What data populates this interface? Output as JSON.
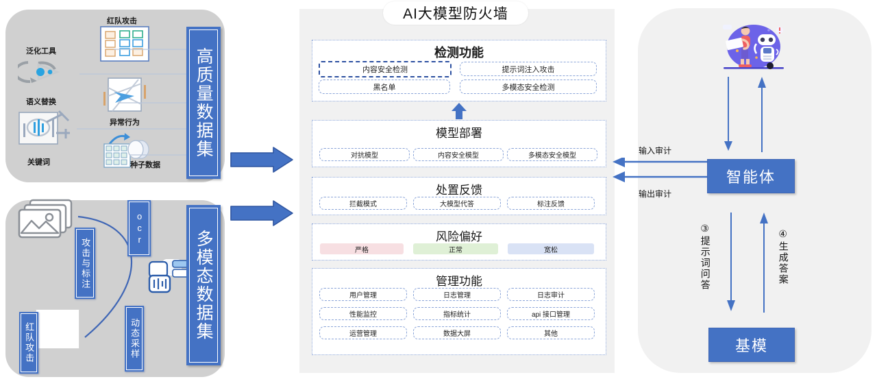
{
  "title": "AI大模型防火墙架构图",
  "left": {
    "top_panel": {
      "bar_label": "高质量数据集",
      "items": [
        {
          "name": "red-team-attack",
          "label": "红队攻击"
        },
        {
          "name": "generalization-tool",
          "label": "泛化工具"
        },
        {
          "name": "semantic-substitution",
          "label": "语义替换"
        },
        {
          "name": "abnormal-behavior",
          "label": "异常行为"
        },
        {
          "name": "keyword",
          "label": "关键词"
        },
        {
          "name": "seed-data",
          "label": "种子数据"
        }
      ]
    },
    "bottom_panel": {
      "bar_label": "多模态数据集",
      "items": [
        {
          "name": "ocr",
          "label": "ocr"
        },
        {
          "name": "attack-and-annotation",
          "label": "攻击与标注"
        },
        {
          "name": "dynamic-sampling",
          "label": "动态采样"
        },
        {
          "name": "red-team-attack",
          "label": "红队攻击"
        }
      ]
    }
  },
  "center": {
    "title": "AI大模型防火墙",
    "sections": [
      {
        "name": "detection-function",
        "title": "检测功能",
        "bold": true,
        "chips": [
          {
            "label": "内容安全检测",
            "emphasis": true
          },
          {
            "label": "提示词注入攻击",
            "emphasis": false
          },
          {
            "label": "黑名单",
            "emphasis": false
          },
          {
            "label": "多模态安全检测",
            "emphasis": false
          }
        ]
      },
      {
        "name": "model-deployment",
        "title": "模型部署",
        "bold": false,
        "chips": [
          {
            "label": "对抗模型"
          },
          {
            "label": "内容安全模型"
          },
          {
            "label": "多模态安全模型"
          }
        ]
      },
      {
        "name": "disposal-feedback",
        "title": "处置反馈",
        "bold": false,
        "chips": [
          {
            "label": "拦截模式"
          },
          {
            "label": "大模型代答"
          },
          {
            "label": "标注反馈"
          }
        ]
      },
      {
        "name": "risk-preference",
        "title": "风险偏好",
        "bold": false,
        "chips": [
          {
            "label": "严格",
            "bg": "#f7dfe2",
            "fg": "#222222"
          },
          {
            "label": "正常",
            "bg": "#dff0d6",
            "fg": "#222222"
          },
          {
            "label": "宽松",
            "bg": "#d9e2f5",
            "fg": "#222222"
          }
        ]
      },
      {
        "name": "management-function",
        "title": "管理功能",
        "bold": false,
        "chips": [
          {
            "label": "用户管理"
          },
          {
            "label": "日志管理"
          },
          {
            "label": "日志审计"
          },
          {
            "label": "性能监控"
          },
          {
            "label": "指标统计"
          },
          {
            "label": "api 接口管理"
          },
          {
            "label": "运营管理"
          },
          {
            "label": "数据大屏"
          },
          {
            "label": "其他"
          }
        ]
      }
    ]
  },
  "right": {
    "agent_box": "智能体",
    "base_model_box": "基模",
    "illustration": "person-with-robot-illustration",
    "audit_labels": {
      "input": "输入审计",
      "output": "输出审计"
    },
    "flows": [
      {
        "name": "prompt-qa",
        "marker": "③",
        "label": "提示词问答"
      },
      {
        "name": "generate-answer",
        "marker": "④",
        "label": "生成答案"
      }
    ]
  },
  "colors": {
    "brand_blue": "#4472c4",
    "panel_gray": "#f1f1f1",
    "left_panel_gray": "#d0d0d0",
    "chip_border": "#8aa4d8",
    "strict": "#f7dfe2",
    "normal": "#dff0d6",
    "loose": "#d9e2f5"
  }
}
